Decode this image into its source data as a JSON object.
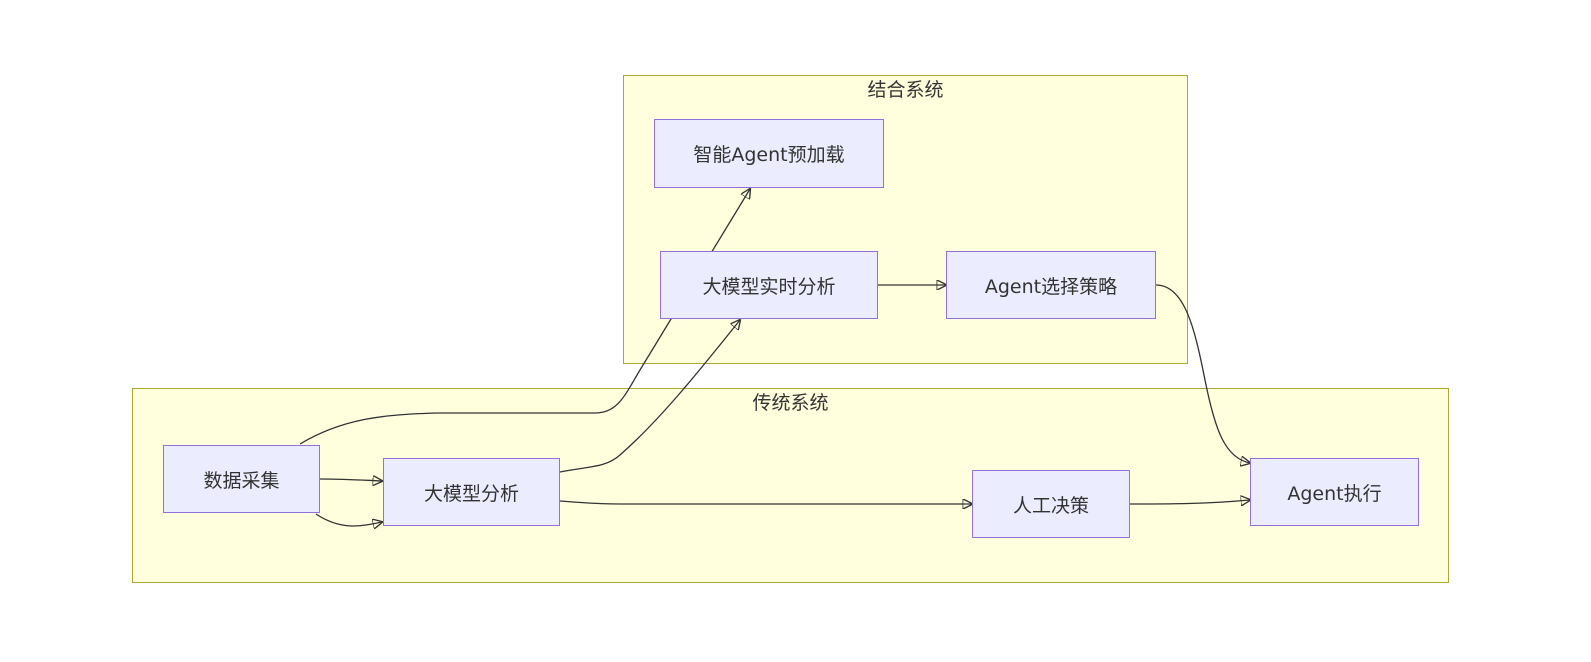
{
  "clusters": {
    "combined": {
      "label": "结合系统"
    },
    "traditional": {
      "label": "传统系统"
    }
  },
  "nodes": {
    "preload": "智能Agent预加载",
    "realtime": "大模型实时分析",
    "strategy": "Agent选择策略",
    "collect": "数据采集",
    "analysis": "大模型分析",
    "manual": "人工决策",
    "execute": "Agent执行"
  },
  "edges": [
    {
      "from": "数据采集",
      "to": "大模型分析"
    },
    {
      "from": "数据采集",
      "to": "大模型分析"
    },
    {
      "from": "数据采集",
      "to": "智能Agent预加载"
    },
    {
      "from": "大模型分析",
      "to": "大模型实时分析"
    },
    {
      "from": "大模型分析",
      "to": "人工决策"
    },
    {
      "from": "大模型实时分析",
      "to": "Agent选择策略"
    },
    {
      "from": "Agent选择策略",
      "to": "Agent执行"
    },
    {
      "from": "人工决策",
      "to": "Agent执行"
    }
  ],
  "colors": {
    "cluster_fill": "#ffffde",
    "cluster_border": "#aaaa33",
    "node_fill": "#ececff",
    "node_border": "#9370db",
    "edge": "#333333"
  }
}
